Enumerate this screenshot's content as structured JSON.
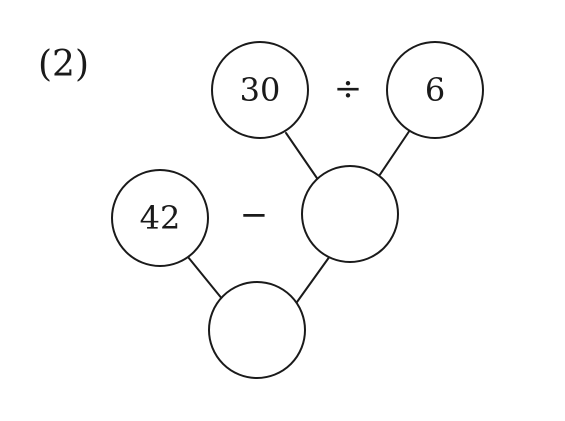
{
  "problem_label": "(2)",
  "nodes": {
    "top_left": {
      "value": "30"
    },
    "top_right": {
      "value": "6"
    },
    "middle_left": {
      "value": "42"
    },
    "middle_right": {
      "value": ""
    },
    "bottom": {
      "value": ""
    }
  },
  "operators": {
    "top": "÷",
    "middle": "−"
  }
}
